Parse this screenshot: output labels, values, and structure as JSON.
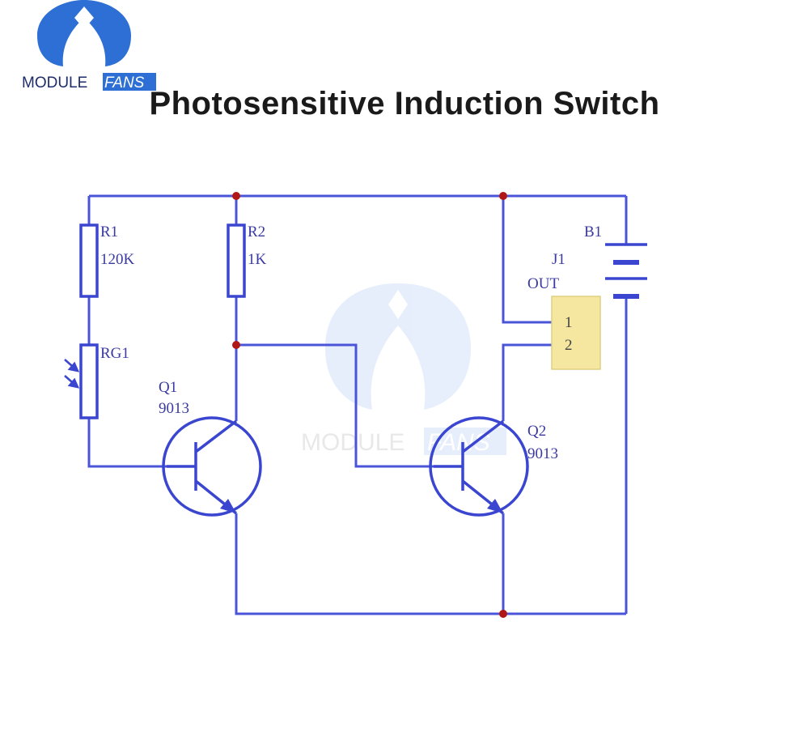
{
  "logo": {
    "brand_left": "MODULE",
    "brand_right": "FANS",
    "icon": "modulefans-logo-icon",
    "colors": {
      "blue": "#2d6fd4",
      "dark": "#1f2d6b"
    }
  },
  "title": "Photosensitive Induction Switch",
  "watermark": {
    "text_left": "MODULE",
    "text_right": "FANS"
  },
  "components": {
    "r1": {
      "ref": "R1",
      "value": "120K"
    },
    "r2": {
      "ref": "R2",
      "value": "1K"
    },
    "rg1": {
      "ref": "RG1"
    },
    "q1": {
      "ref": "Q1",
      "value": "9013"
    },
    "q2": {
      "ref": "Q2",
      "value": "9013"
    },
    "j1": {
      "ref": "J1",
      "name": "OUT",
      "pin1": "1",
      "pin2": "2"
    },
    "b1": {
      "ref": "B1"
    }
  },
  "colors": {
    "wire": "#4a54d8",
    "junction": "#b01818",
    "connector": "#f5e6a0"
  }
}
